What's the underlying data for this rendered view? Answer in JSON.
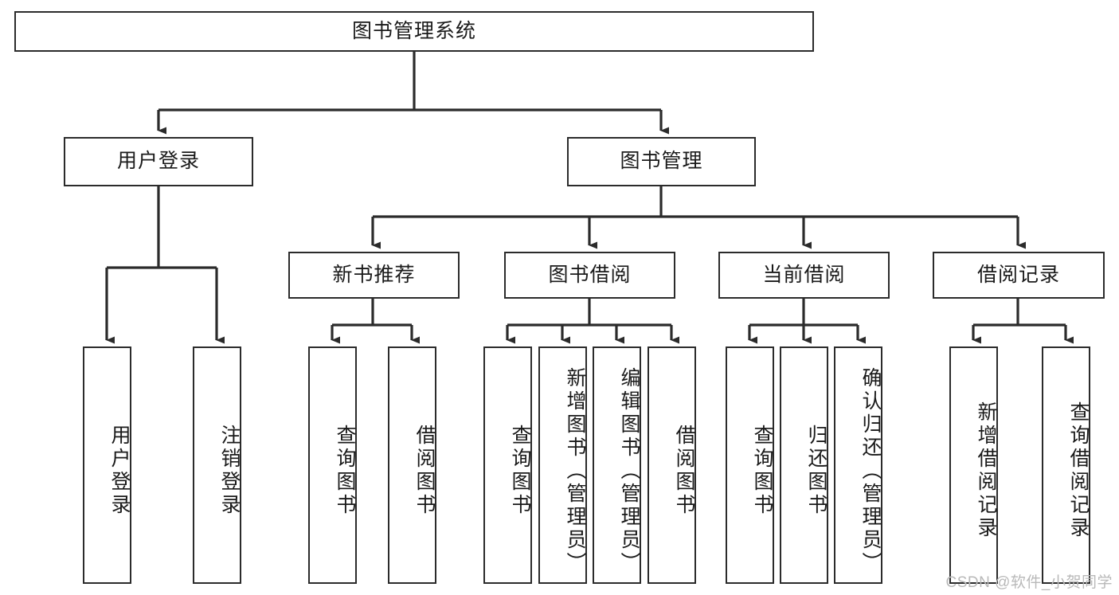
{
  "diagram": {
    "title": "图书管理系统",
    "type": "hierarchical-tree",
    "watermark": "CSDN @软件_小贺同学",
    "colors": {
      "box_border": "#2b2b2b",
      "box_fill": "#ffffff",
      "connector": "#2b2b2b",
      "text": "#1a1a1a",
      "watermark": "#b9b9b9",
      "background": "#ffffff"
    },
    "levels": {
      "level1": "root",
      "level2": "modules",
      "level3": "submodules",
      "level4": "functions"
    },
    "root": {
      "label": "图书管理系统",
      "orientation": "horizontal"
    },
    "level2": [
      {
        "id": "user-login",
        "label": "用户登录",
        "orientation": "horizontal"
      },
      {
        "id": "book-management",
        "label": "图书管理",
        "orientation": "horizontal"
      }
    ],
    "level3": [
      {
        "id": "new-book-recommend",
        "label": "新书推荐",
        "orientation": "horizontal",
        "parent": "book-management"
      },
      {
        "id": "book-borrow",
        "label": "图书借阅",
        "orientation": "horizontal",
        "parent": "book-management"
      },
      {
        "id": "current-borrow",
        "label": "当前借阅",
        "orientation": "horizontal",
        "parent": "book-management"
      },
      {
        "id": "borrow-record",
        "label": "借阅记录",
        "orientation": "horizontal",
        "parent": "book-management"
      }
    ],
    "leaves": [
      {
        "id": "leaf-user-login",
        "label": "用户登录",
        "parent": "user-login",
        "orientation": "vertical"
      },
      {
        "id": "leaf-user-logout",
        "label": "注销登录",
        "parent": "user-login",
        "orientation": "vertical"
      },
      {
        "id": "leaf-query-book-1",
        "label": "查询图书",
        "parent": "new-book-recommend",
        "orientation": "vertical"
      },
      {
        "id": "leaf-borrow-book-1",
        "label": "借阅图书",
        "parent": "new-book-recommend",
        "orientation": "vertical"
      },
      {
        "id": "leaf-query-book-2",
        "label": "查询图书",
        "parent": "book-borrow",
        "orientation": "vertical"
      },
      {
        "id": "leaf-add-book",
        "label": "新增图书（管理员）",
        "parent": "book-borrow",
        "orientation": "vertical"
      },
      {
        "id": "leaf-edit-book",
        "label": "编辑图书（管理员）",
        "parent": "book-borrow",
        "orientation": "vertical"
      },
      {
        "id": "leaf-borrow-book-2",
        "label": "借阅图书",
        "parent": "book-borrow",
        "orientation": "vertical"
      },
      {
        "id": "leaf-query-book-3",
        "label": "查询图书",
        "parent": "current-borrow",
        "orientation": "vertical"
      },
      {
        "id": "leaf-return-book",
        "label": "归还图书",
        "parent": "current-borrow",
        "orientation": "vertical"
      },
      {
        "id": "leaf-confirm-return",
        "label": "确认归还（管理员）",
        "parent": "current-borrow",
        "orientation": "vertical"
      },
      {
        "id": "leaf-add-record",
        "label": "新增借阅记录",
        "parent": "borrow-record",
        "orientation": "vertical"
      },
      {
        "id": "leaf-query-record",
        "label": "查询借阅记录",
        "parent": "borrow-record",
        "orientation": "vertical"
      }
    ]
  }
}
